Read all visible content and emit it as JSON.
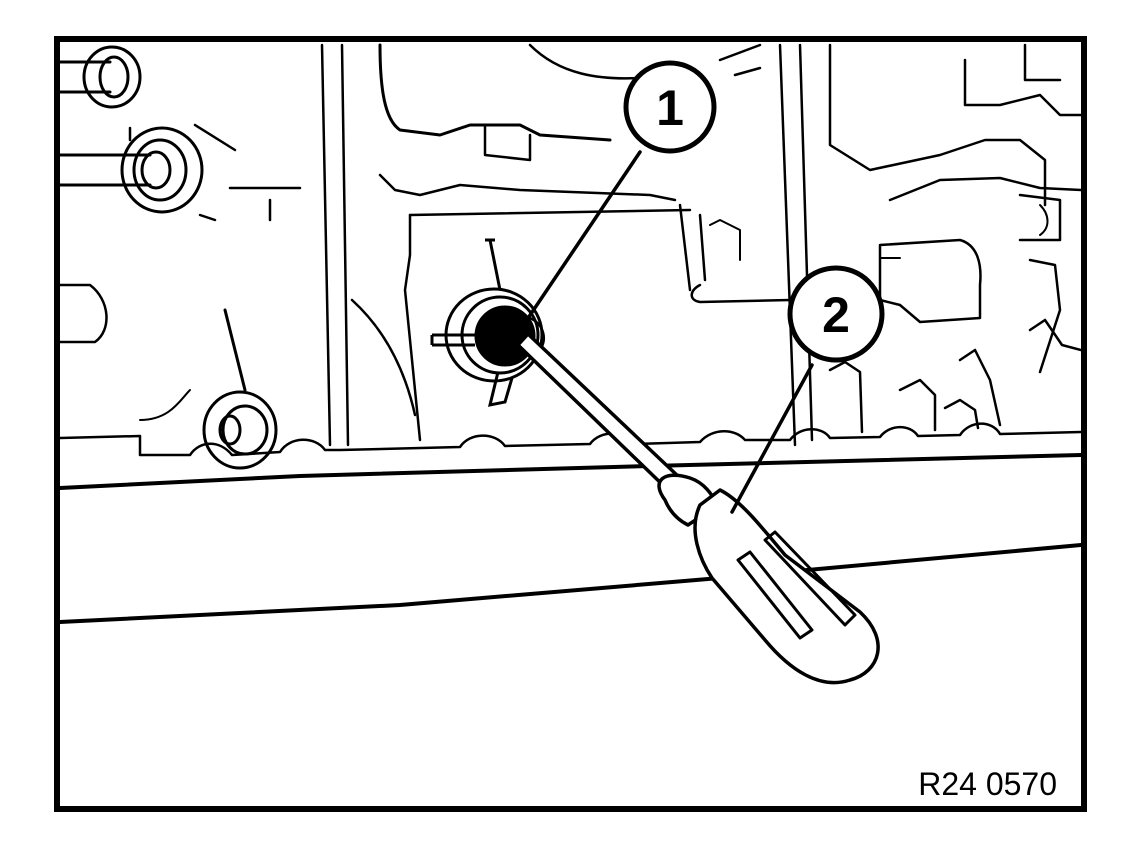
{
  "figure": {
    "reference_code": "R24 0570",
    "callouts": [
      {
        "number": "1"
      },
      {
        "number": "2"
      }
    ]
  },
  "colors": {
    "line": "#000000",
    "background": "#ffffff",
    "plug": "#000000"
  }
}
